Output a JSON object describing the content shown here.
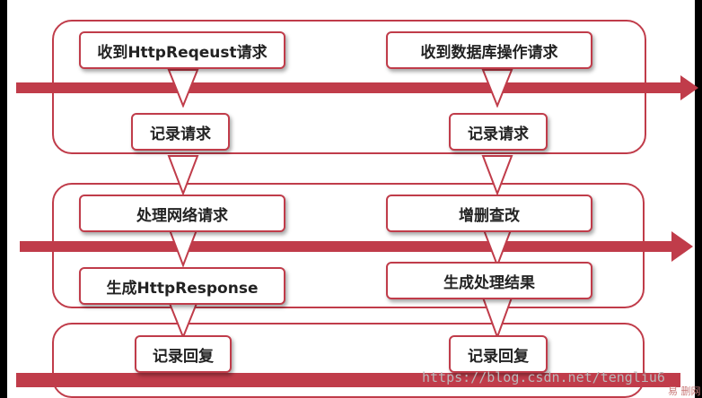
{
  "diagram": {
    "accent_color": "#c03c4a",
    "boxes": {
      "receive_http": "收到HttpReqeust请求",
      "receive_db": "收到数据库操作请求",
      "log_request_left": "记录请求",
      "log_request_right": "记录请求",
      "process_network": "处理网络请求",
      "crud": "增删查改",
      "generate_response": "生成HttpResponse",
      "generate_result": "生成处理结果",
      "log_reply_left": "记录回复",
      "log_reply_right": "记录回复"
    }
  },
  "watermark": {
    "url": "https://blog.csdn.net/tengliu6",
    "site_logo": "易 删网"
  }
}
